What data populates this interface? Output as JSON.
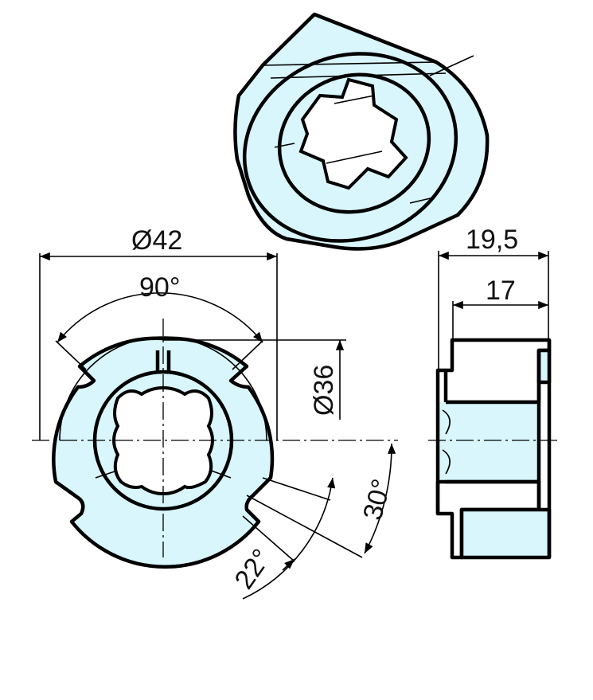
{
  "drawing": {
    "title": "Adapter ring technical drawing",
    "fill_color": "#d8f6fb",
    "line_color": "#000000",
    "background": "#ffffff",
    "views": [
      "isometric-view",
      "front-view",
      "side-section-view"
    ]
  },
  "dimensions": {
    "outer_diameter": "Ø42",
    "inner_diameter": "Ø36",
    "angle_top": "90°",
    "angle_right": "30°",
    "angle_bottom": "22°",
    "total_length": "19,5",
    "body_length": "17"
  }
}
